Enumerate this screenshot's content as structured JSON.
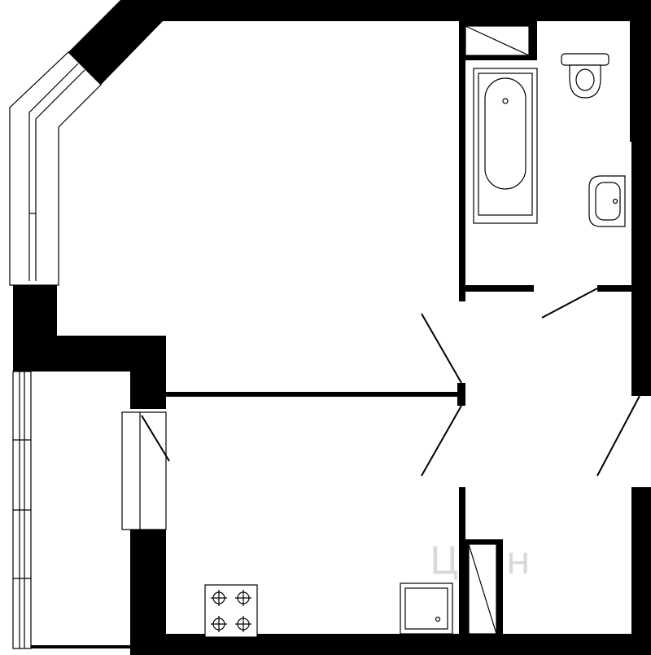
{
  "watermark": {
    "text": "Циан"
  },
  "colors": {
    "wall": "#000000",
    "background": "#ffffff",
    "watermark": "#d9d9d9"
  },
  "rooms": [
    "living-room",
    "kitchen",
    "hallway",
    "bathroom",
    "balcony"
  ],
  "fixtures": [
    "bathtub",
    "toilet",
    "washbasin",
    "stove",
    "shower-tray",
    "wardrobe"
  ]
}
